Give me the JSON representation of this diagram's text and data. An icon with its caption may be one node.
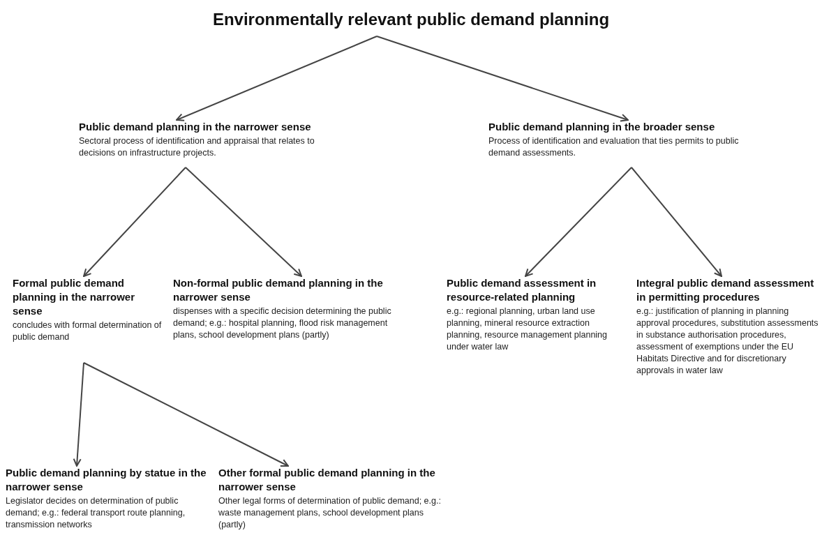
{
  "diagram": {
    "nodes": [
      {
        "text": [
          "Environmentally relevant public demand planning"
        ]
      },
      {
        "text": [
          "Public demand planning in the narrower sense",
          "Sectoral process of identification and appraisal that relates to decisions on infrastructure projects."
        ]
      },
      {
        "text": [
          "Public demand planning in the broader sense",
          "Process of identification and evaluation that ties permits to public demand assessments."
        ]
      },
      {
        "text": [
          "Formal public demand planning in the narrower sense",
          "concludes with formal determination of public demand"
        ]
      },
      {
        "text": [
          "Non-formal public demand planning in the narrower sense",
          "dispenses with a specific decision determining the public demand; e.g.: hospital planning, flood risk management plans, school development plans  (partly)"
        ]
      },
      {
        "text": [
          "Public demand assessment in resource-related planning",
          "e.g.: regional planning, urban land use planning, mineral resource extraction planning, resource management planning under water law"
        ]
      },
      {
        "text": [
          "Integral public demand assessment in permitting procedures",
          "e.g.: justification of planning in planning approval procedures, substitution assessments in substance authorisation procedures,  assessment of exemptions under the EU Habitats Directive and for discretionary approvals in water law"
        ]
      },
      {
        "text": [
          "Public demand planning by statue in the narrower sense",
          "Legislator decides on determination of public demand; e.g.: federal transport route planning, transmission networks"
        ]
      },
      {
        "text": [
          "Other formal public demand planning in the narrower sense",
          "Other legal forms of determination of public demand; e.g.: waste management plans, school development plans (partly)"
        ]
      }
    ],
    "edges": [
      {
        "from": 0,
        "to": 1,
        "arrow": "to"
      },
      {
        "from": 0,
        "to": 2,
        "arrow": "to"
      },
      {
        "from": 1,
        "to": 3,
        "arrow": "to"
      },
      {
        "from": 1,
        "to": 4,
        "arrow": "to"
      },
      {
        "from": 2,
        "to": 5,
        "arrow": "to"
      },
      {
        "from": 2,
        "to": 6,
        "arrow": "to"
      },
      {
        "from": 3,
        "to": 7,
        "arrow": "to"
      },
      {
        "from": 3,
        "to": 8,
        "arrow": "to"
      }
    ]
  }
}
